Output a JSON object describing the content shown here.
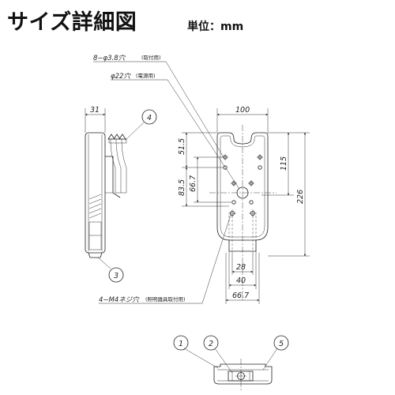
{
  "header": {
    "title": "サイズ詳細図",
    "unit_label": "単位：mm"
  },
  "notes": {
    "holes_38": "8−φ3.8穴",
    "holes_38_sub": "(取付用)",
    "hole_22": "φ22穴",
    "hole_22_sub": "(電源用)",
    "screw_holes": "4−M4ネジ穴",
    "screw_holes_sub": "(照明器具取付用)"
  },
  "dimensions": {
    "side_depth": "31",
    "width_top": "100",
    "d_515": "51.5",
    "d_835": "83.5",
    "d_667v": "66.7",
    "d_115": "115",
    "d_226": "226",
    "d_28": "28",
    "d_40": "40",
    "d_667h": "66.7"
  },
  "callouts": {
    "c1": "1",
    "c2": "2",
    "c3": "3",
    "c4": "4",
    "c5": "5"
  },
  "colors": {
    "line": "#222222",
    "text": "#111111",
    "background": "#ffffff"
  }
}
